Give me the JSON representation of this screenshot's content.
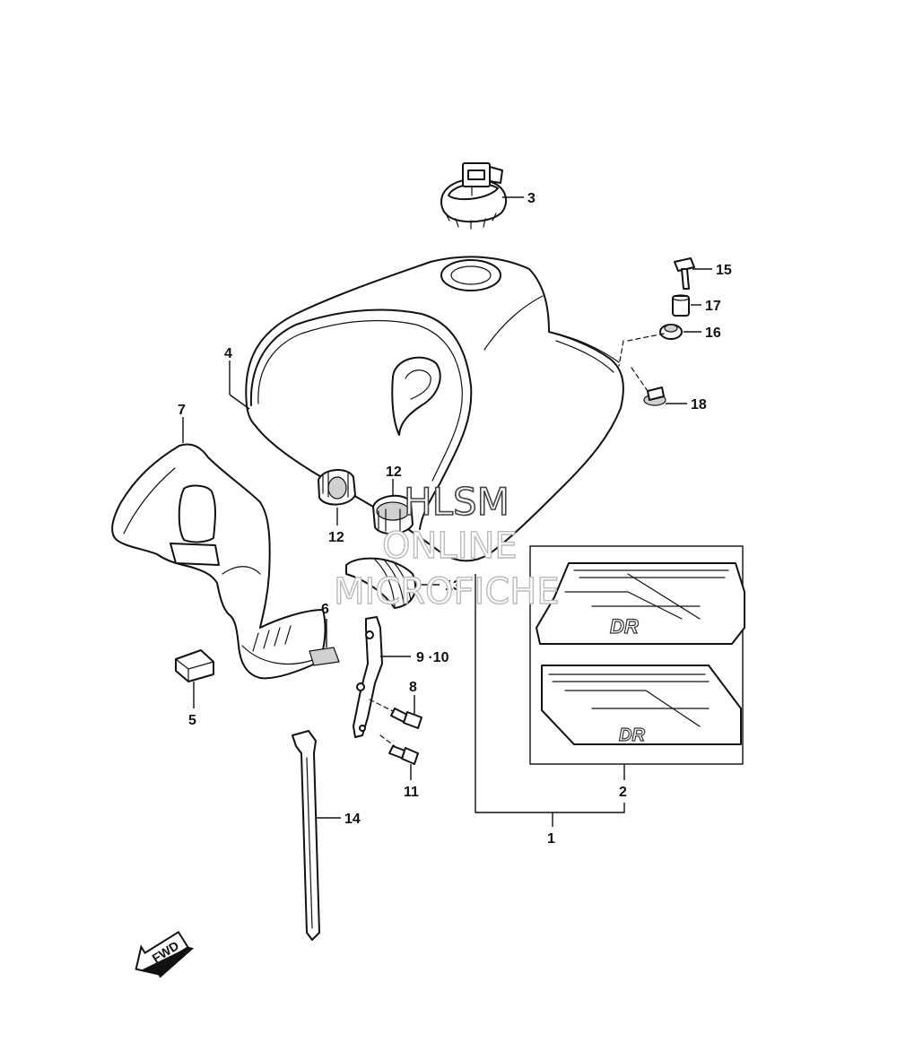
{
  "callouts": {
    "c1": "1",
    "c2": "2",
    "c3": "3",
    "c4": "4",
    "c5": "5",
    "c6": "6",
    "c7": "7",
    "c8": "8",
    "c9_10": "9 ·10",
    "c11": "11",
    "c12a": "12",
    "c12b": "12",
    "c13": "13",
    "c14": "14",
    "c15": "15",
    "c16": "16",
    "c17": "17",
    "c18": "18"
  },
  "direction_arrow": {
    "label": "FWD",
    "icon": "forward-arrow-icon"
  },
  "watermark": {
    "line1": "HLSM",
    "line2": "ONLINE",
    "line3": "MICROFICHE"
  },
  "decal_text": {
    "top": "DR",
    "bottom": "DR"
  },
  "colors": {
    "ink": "#111111",
    "paper": "#ffffff"
  }
}
